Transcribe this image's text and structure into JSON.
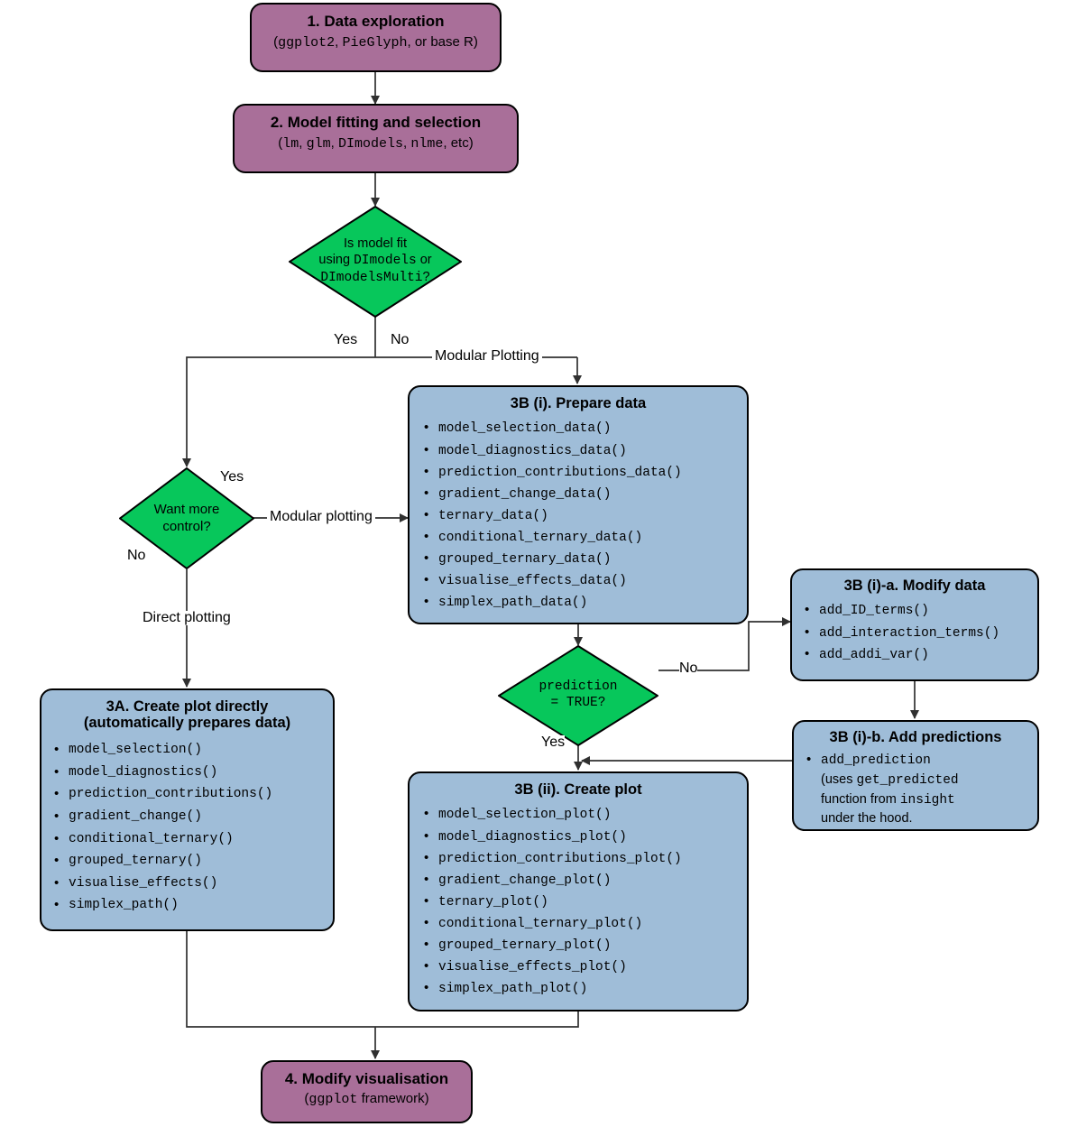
{
  "colors": {
    "purple": "#a96f99",
    "blue": "#9fbdd8",
    "green": "#07c75b",
    "stroke": "#000000",
    "edge": "#404040"
  },
  "nodes": {
    "step1": {
      "title": "1. Data exploration",
      "sub_pre": "(",
      "sub_mono1": "ggplot2",
      "sub_mid1": ", ",
      "sub_mono2": "PieGlyph",
      "sub_post": ", or base R)"
    },
    "step2": {
      "title": "2. Model fitting and selection",
      "sub_pre": "(",
      "sub_mono1": "lm",
      "sub_mid1": ", ",
      "sub_mono2": "glm",
      "sub_mid2": ", ",
      "sub_mono3": "DImodels",
      "sub_mid3": ", ",
      "sub_mono4": "nlme",
      "sub_post": ", etc)"
    },
    "decision1": {
      "line1": "Is model fit",
      "line2_pre": "using ",
      "line2_mono": "DImodels",
      "line2_post": " or",
      "line3_mono": "DImodelsMulti",
      "line3_post": "?"
    },
    "decision2": {
      "line1": "Want more",
      "line2": "control?"
    },
    "decision3": {
      "line1": "prediction",
      "line2": "= TRUE?"
    },
    "step3b_i": {
      "title": "3B (i). Prepare data",
      "items": [
        "model_selection_data()",
        "model_diagnostics_data()",
        "prediction_contributions_data()",
        "gradient_change_data()",
        "ternary_data()",
        "conditional_ternary_data()",
        "grouped_ternary_data()",
        "visualise_effects_data()",
        "simplex_path_data()"
      ]
    },
    "step3b_ia": {
      "title": "3B (i)-a. Modify data",
      "items": [
        "add_ID_terms()",
        "add_interaction_terms()",
        "add_addi_var()"
      ]
    },
    "step3b_ib": {
      "title": "3B (i)-b. Add predictions",
      "item_mono1": "add_prediction",
      "item_text1": "(uses ",
      "item_mono2": "get_predicted",
      "item_text2": "function from ",
      "item_mono3": "insight",
      "item_text3": "under the hood."
    },
    "step3a": {
      "title_line1": "3A. Create plot directly",
      "title_line2": "(automatically prepares data)",
      "items": [
        "model_selection()",
        "model_diagnostics()",
        "prediction_contributions()",
        "gradient_change()",
        "conditional_ternary()",
        "grouped_ternary()",
        "visualise_effects()",
        "simplex_path()"
      ]
    },
    "step3b_ii": {
      "title": "3B (ii). Create plot",
      "items": [
        "model_selection_plot()",
        "model_diagnostics_plot()",
        "prediction_contributions_plot()",
        "gradient_change_plot()",
        "ternary_plot()",
        "conditional_ternary_plot()",
        "grouped_ternary_plot()",
        "visualise_effects_plot()",
        "simplex_path_plot()"
      ]
    },
    "step4": {
      "title": "4. Modify visualisation",
      "sub_pre": "(",
      "sub_mono": "ggplot",
      "sub_post": " framework)"
    }
  },
  "edge_labels": {
    "yes_top": "Yes",
    "no_top": "No",
    "modular_plotting_upper": "Modular Plotting",
    "yes_control": "Yes",
    "no_control": "No",
    "modular_plotting_lower": "Modular plotting",
    "direct_plotting": "Direct plotting",
    "no_prediction": "No",
    "yes_prediction": "Yes"
  }
}
